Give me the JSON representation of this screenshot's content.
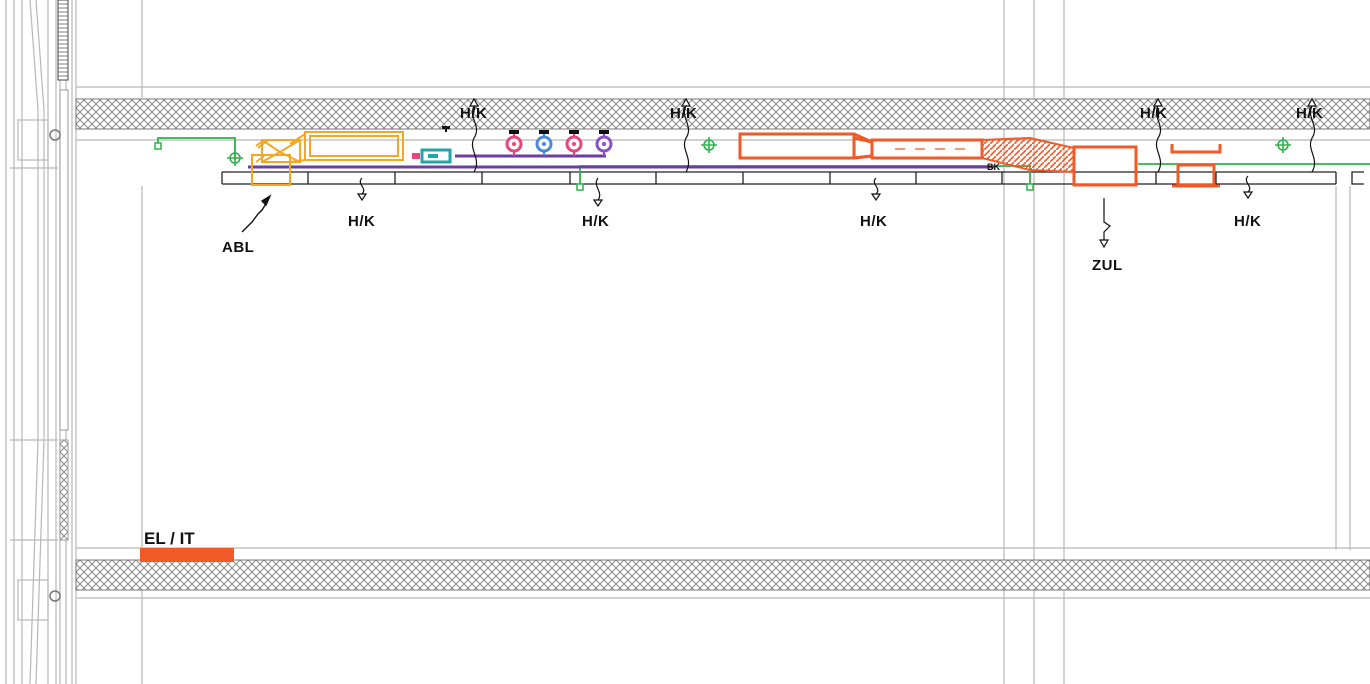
{
  "labels": {
    "hk": "H/K",
    "abl": "ABL",
    "zul": "ZUL",
    "el_it": "EL / IT",
    "bk": "BK"
  },
  "colors": {
    "wall_grey": "#b7b7b7",
    "hatch_grey": "#8a8a8a",
    "ceiling_line": "#222222",
    "green_pipe": "#2db34a",
    "purple_pipe": "#6b3fa0",
    "orange_unit": "#f5a623",
    "red_duct": "#ef5a28",
    "teal_unit": "#1fa7a8",
    "pink_valve": "#e8457a",
    "blue_valve": "#4a88d8",
    "violet_valve": "#8a4fc8",
    "el_it_bar": "#ef5a28"
  },
  "icons": [
    "crosshair-icon",
    "valve-icon",
    "wavy-arrow-icon",
    "fan-coil-icon",
    "damper-icon"
  ]
}
